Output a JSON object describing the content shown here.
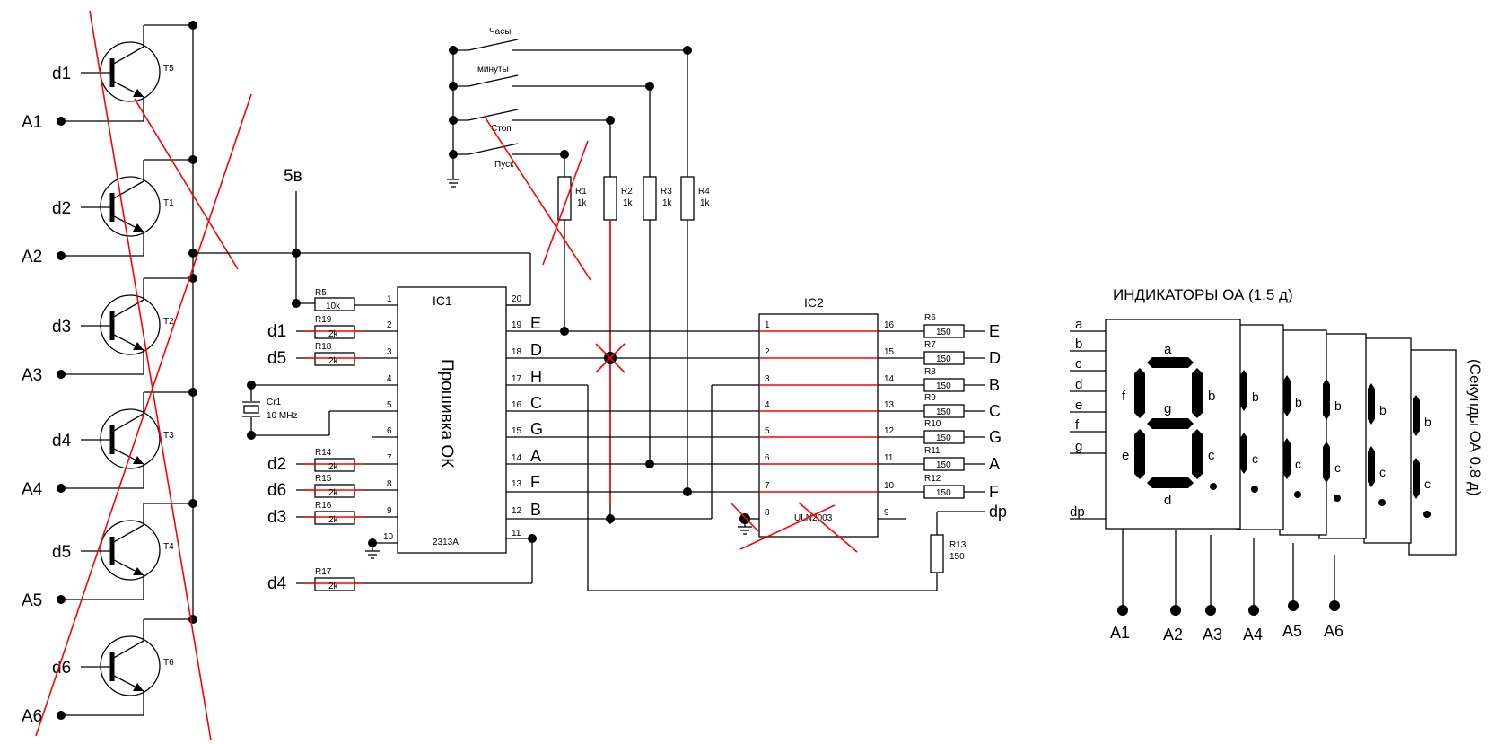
{
  "transistors": [
    {
      "name": "T5",
      "base": "d1",
      "emitter_pin": "A1"
    },
    {
      "name": "T1",
      "base": "d2",
      "emitter_pin": "A2"
    },
    {
      "name": "T2",
      "base": "d3",
      "emitter_pin": "A3"
    },
    {
      "name": "T3",
      "base": "d4",
      "emitter_pin": "A4"
    },
    {
      "name": "T4",
      "base": "d5",
      "emitter_pin": "A5"
    },
    {
      "name": "T6",
      "base": "d6",
      "emitter_pin": "A6"
    }
  ],
  "supply_label": "5в",
  "switches": [
    "Часы",
    "минуты",
    "Стоп",
    "Пуск"
  ],
  "pullups": [
    {
      "name": "R1",
      "value": "1k"
    },
    {
      "name": "R2",
      "value": "1k"
    },
    {
      "name": "R3",
      "value": "1k"
    },
    {
      "name": "R4",
      "value": "1k"
    }
  ],
  "ic1": {
    "name": "IC1",
    "firmware": "Прошивка ОК",
    "part": "2313A",
    "left_pins": [
      "1",
      "2",
      "3",
      "4",
      "5",
      "6",
      "7",
      "8",
      "9",
      "10"
    ],
    "right_pins": [
      "20",
      "19",
      "18",
      "17",
      "16",
      "15",
      "14",
      "13",
      "12",
      "11"
    ],
    "right_signals": [
      "",
      "E",
      "D",
      "H",
      "C",
      "G",
      "A",
      "F",
      "B",
      ""
    ]
  },
  "left_resistors": [
    {
      "name": "R5",
      "value": "10k",
      "input": ""
    },
    {
      "name": "R19",
      "value": "2k",
      "input": "d1"
    },
    {
      "name": "R18",
      "value": "2k",
      "input": "d5"
    },
    {
      "name": "R14",
      "value": "2k",
      "input": "d2"
    },
    {
      "name": "R15",
      "value": "2k",
      "input": "d6"
    },
    {
      "name": "R16",
      "value": "2k",
      "input": "d3"
    },
    {
      "name": "R17",
      "value": "2k",
      "input": "d4"
    }
  ],
  "crystal": {
    "name": "Cr1",
    "value": "10 MHz"
  },
  "ic2": {
    "name": "IC2",
    "part": "ULN2003",
    "left_pins": [
      "1",
      "2",
      "3",
      "4",
      "5",
      "6",
      "7",
      "8"
    ],
    "right_pins": [
      "16",
      "15",
      "14",
      "13",
      "12",
      "11",
      "10",
      "9"
    ]
  },
  "segment_resistors": [
    {
      "name": "R6",
      "value": "150",
      "signal": "E"
    },
    {
      "name": "R7",
      "value": "150",
      "signal": "D"
    },
    {
      "name": "R8",
      "value": "150",
      "signal": "B"
    },
    {
      "name": "R9",
      "value": "150",
      "signal": "C"
    },
    {
      "name": "R10",
      "value": "150",
      "signal": "G"
    },
    {
      "name": "R11",
      "value": "150",
      "signal": "A"
    },
    {
      "name": "R12",
      "value": "150",
      "signal": "F"
    }
  ],
  "dp_resistor": {
    "name": "R13",
    "value": "150",
    "signal": "dp"
  },
  "indicators": {
    "title": "ИНДИКАТОРЫ ОА (1.5 д)",
    "side_label": "(Секунды ОА  0.8 д)",
    "segment_inputs": [
      "a",
      "b",
      "c",
      "d",
      "e",
      "f",
      "g",
      "dp"
    ],
    "main_segment_labels": [
      "a",
      "b",
      "c",
      "d",
      "e",
      "f",
      "g"
    ],
    "small_segment_labels": [
      "b",
      "c"
    ],
    "anodes": [
      "A1",
      "A2",
      "A3",
      "A4",
      "A5",
      "A6"
    ]
  }
}
